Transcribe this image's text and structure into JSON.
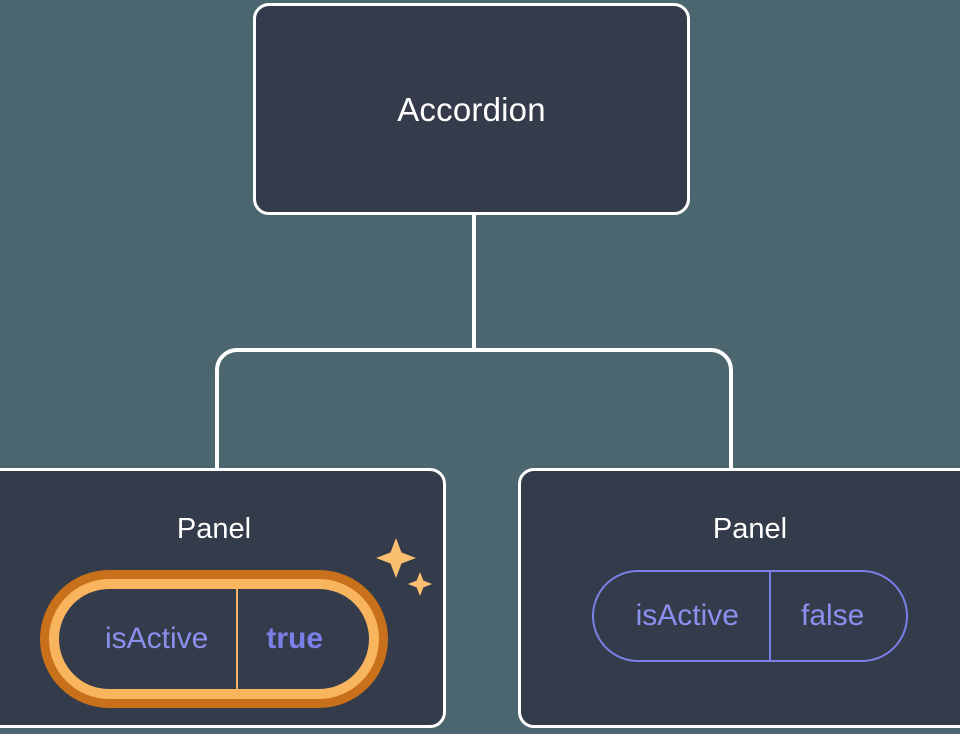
{
  "canvas": {
    "background_color": "#4c6670",
    "node_fill_color": "#343b4a",
    "node_border_color": "#ffffff",
    "connector_color": "#ffffff",
    "prop_color": "#8b8fee",
    "highlight_outer_color": "#c9701a",
    "highlight_inner_color": "#f9b45e",
    "sparkle_color": "#fbbf72"
  },
  "tree": {
    "root": {
      "title": "Accordion"
    },
    "children": [
      {
        "title": "Panel",
        "highlighted": true,
        "prop": {
          "key": "isActive",
          "value": "true"
        }
      },
      {
        "title": "Panel",
        "highlighted": false,
        "prop": {
          "key": "isActive",
          "value": "false"
        }
      }
    ]
  }
}
